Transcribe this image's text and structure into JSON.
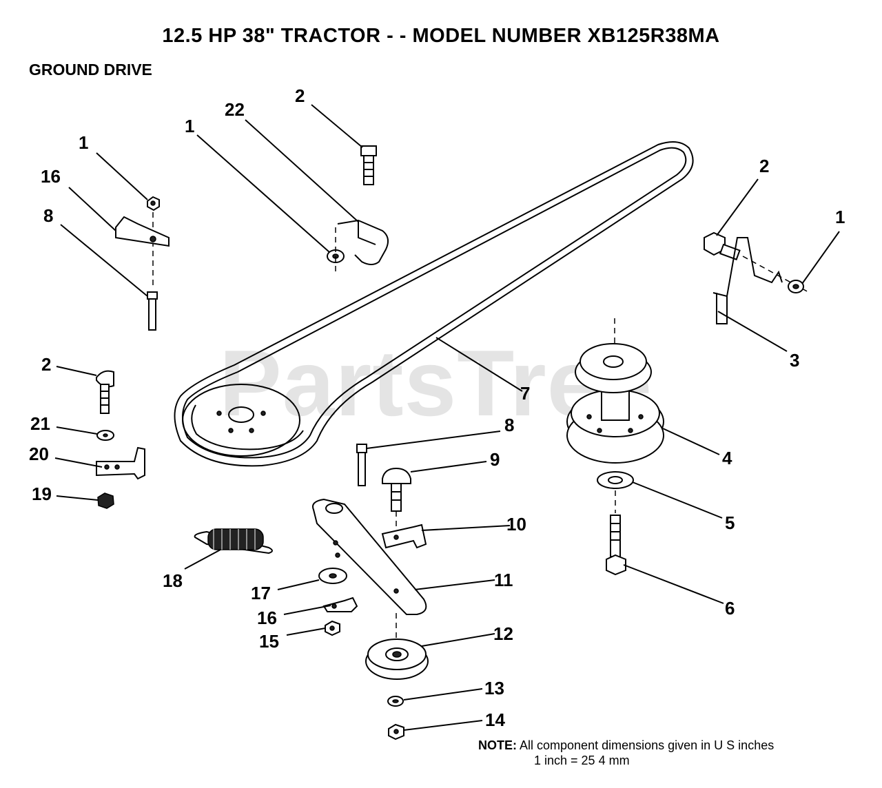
{
  "header": {
    "title": "12.5 HP 38\" TRACTOR - - MODEL NUMBER XB125R38MA",
    "section": "GROUND DRIVE"
  },
  "watermark": "PartsTree",
  "callouts": [
    "1",
    "16",
    "8",
    "22",
    "1",
    "2",
    "2",
    "1",
    "3",
    "7",
    "2",
    "21",
    "20",
    "19",
    "18",
    "8",
    "9",
    "10",
    "4",
    "5",
    "6",
    "11",
    "17",
    "16",
    "15",
    "12",
    "13",
    "14"
  ],
  "note": {
    "label": "NOTE:",
    "line1": "All component dimensions given in U S  inches",
    "line2": "1 inch = 25 4 mm"
  }
}
